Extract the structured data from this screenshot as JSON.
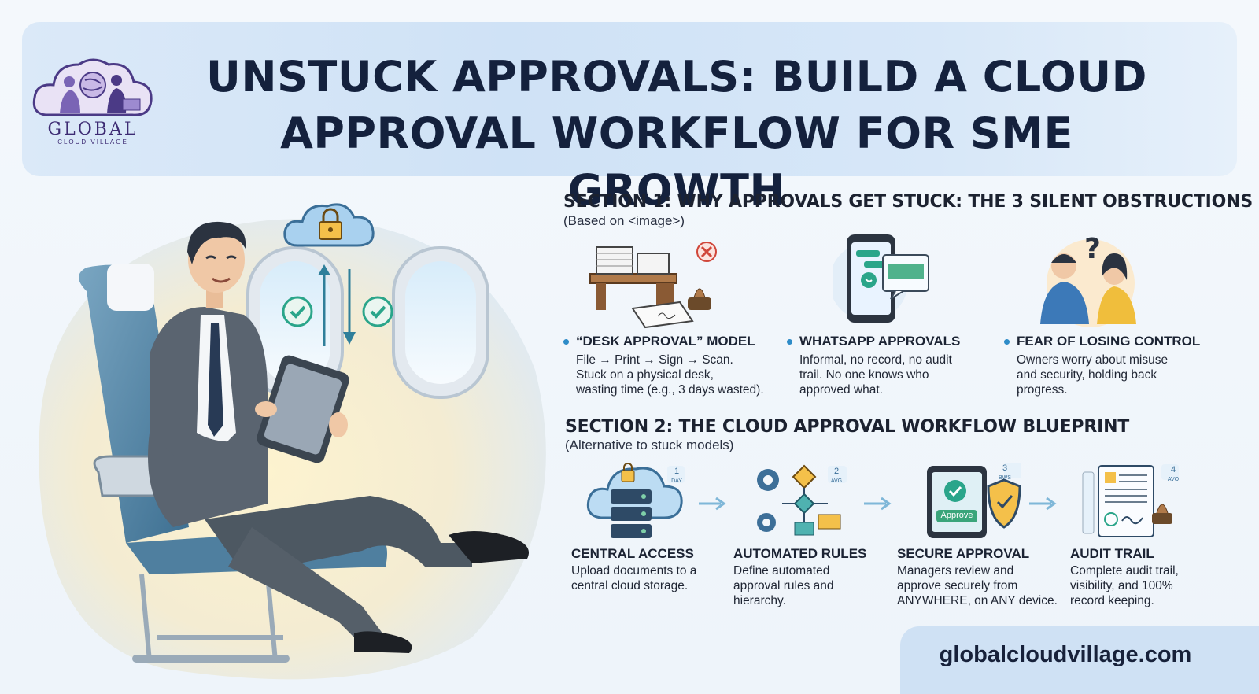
{
  "header": {
    "title_line1": "UNSTUCK APPROVALS: BUILD A CLOUD",
    "title_line2": "APPROVAL WORKFLOW FOR SME GROWTH",
    "logo_name": "GLOBAL",
    "logo_tagline": "CLOUD VILLAGE"
  },
  "section1": {
    "title": "SECTION 1: WHY APPROVALS GET STUCK: THE 3 SILENT OBSTRUCTIONS",
    "subtitle": "(Based on <image>)",
    "items": [
      {
        "heading": "“DESK APPROVAL” MODEL",
        "line1": "File → Print → Sign → Scan.",
        "line2": "Stuck on a physical desk,",
        "line3": "wasting time (e.g., 3 days wasted).",
        "icon": "paper-stack-desk-icon"
      },
      {
        "heading": "WHATSAPP APPROVALS",
        "line1": "Informal, no record, no audit",
        "line2": "trail. No one knows who",
        "line3": "approved what.",
        "icon": "phone-chat-icon"
      },
      {
        "heading": "FEAR OF LOSING CONTROL",
        "line1": "Owners worry about misuse",
        "line2": "and security, holding back",
        "line3": "progress.",
        "icon": "worried-people-icon"
      }
    ]
  },
  "section2": {
    "title": "SECTION 2: THE CLOUD APPROVAL WORKFLOW BLUEPRINT",
    "subtitle": "(Alternative to stuck models)",
    "steps": [
      {
        "badge_num": "1",
        "badge_txt": "DAY",
        "heading": "CENTRAL ACCESS",
        "line1": "Upload documents to a",
        "line2": "central cloud storage.",
        "line3": ""
      },
      {
        "badge_num": "2",
        "badge_txt": "AVG",
        "heading": "AUTOMATED RULES",
        "line1": "Define automated",
        "line2": "approval rules and",
        "line3": "hierarchy."
      },
      {
        "badge_num": "3",
        "badge_txt": "BWS",
        "heading": "SECURE APPROVAL",
        "line1": "Managers review and",
        "line2": "approve securely from",
        "line3": "ANYWHERE, on ANY device.",
        "button": "Approve"
      },
      {
        "badge_num": "4",
        "badge_txt": "AVO",
        "heading": "AUDIT TRAIL",
        "line1": "Complete audit trail,",
        "line2": "visibility, and 100%",
        "line3": "record keeping."
      }
    ]
  },
  "footer": {
    "url": "globalcloudvillage.com"
  },
  "colors": {
    "accent": "#2e8cc8",
    "banner": "#cfe2f6",
    "title": "#14213d",
    "check": "#2aa58a"
  }
}
